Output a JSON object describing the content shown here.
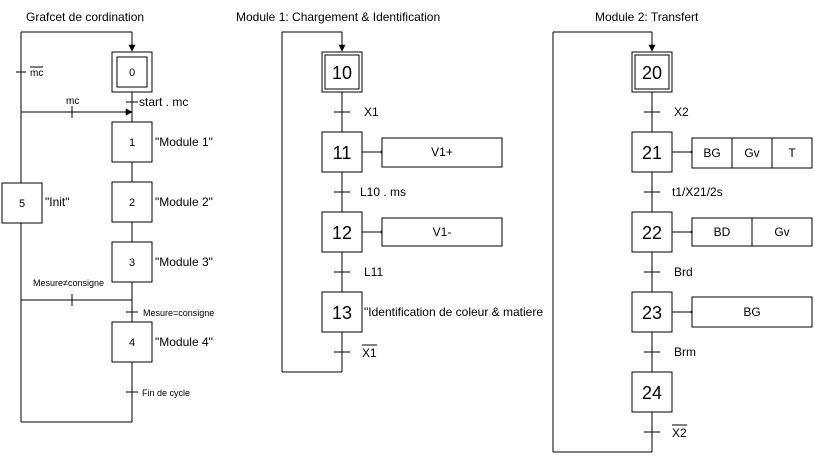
{
  "sections": {
    "coordination": {
      "title": "Grafcet de cordination"
    },
    "module1": {
      "title": "Module 1: Chargement & Identification"
    },
    "module2": {
      "title": "Module 2: Transfert"
    }
  },
  "coordination": {
    "steps": {
      "s0": "0",
      "s1": "1",
      "s2": "2",
      "s3": "3",
      "s4": "4",
      "s5": "5"
    },
    "actions": {
      "s1": "\"Module 1\"",
      "s2": "\"Module 2\"",
      "s3": "\"Module 3\"",
      "s4": "\"Module 4\"",
      "s5": "\"Init\""
    },
    "transitions": {
      "not_mc": "mc",
      "mc": "mc",
      "start_mc": "start . mc",
      "mesure_diff": "Mesure≠consigne",
      "mesure_eq": "Mesure=consigne",
      "fin": "Fin de cycle"
    }
  },
  "module1": {
    "steps": {
      "s10": "10",
      "s11": "11",
      "s12": "12",
      "s13": "13"
    },
    "actions": {
      "s11": "V1+",
      "s12": "V1-",
      "s13": "\"Identification de coleur & matiere"
    },
    "transitions": {
      "t10": "X1",
      "t11": "L10 . ms",
      "t12": "L11",
      "t13": "X1"
    }
  },
  "module2": {
    "steps": {
      "s20": "20",
      "s21": "21",
      "s22": "22",
      "s23": "23",
      "s24": "24"
    },
    "actions": {
      "s21": [
        "BG",
        "Gv",
        "T"
      ],
      "s22": [
        "BD",
        "Gv"
      ],
      "s23": [
        "BG"
      ]
    },
    "transitions": {
      "t20": "X2",
      "t21": "t1/X21/2s",
      "t22": "Brd",
      "t23": "Brm",
      "t24": "X2"
    }
  }
}
